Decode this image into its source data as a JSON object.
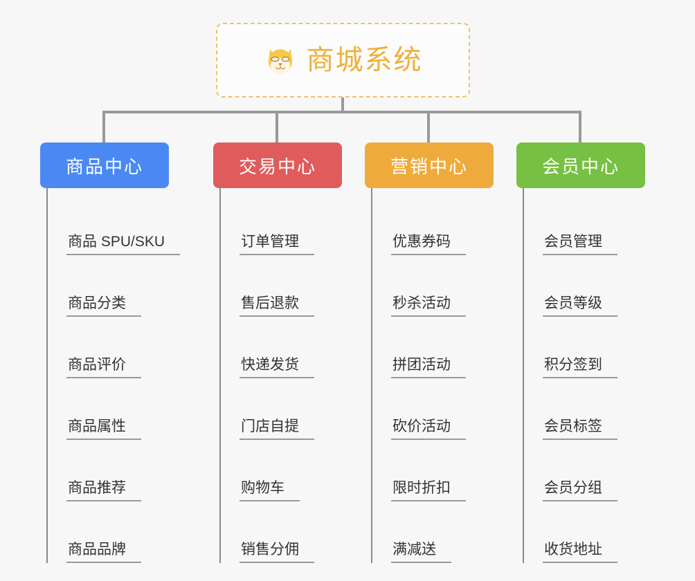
{
  "root": {
    "title": "商城系统",
    "icon": "shiba-dog-face-icon",
    "border_color": "#f0c070",
    "text_color": "#efb03a"
  },
  "canvas": {
    "background": "#f7f7f7",
    "connector_color": "#999999"
  },
  "columns": [
    {
      "id": "product-center",
      "label": "商品中心",
      "color": "#4a89f3",
      "items": [
        "商品 SPU/SKU",
        "商品分类",
        "商品评价",
        "商品属性",
        "商品推荐",
        "商品品牌"
      ]
    },
    {
      "id": "trade-center",
      "label": "交易中心",
      "color": "#e05c5c",
      "items": [
        "订单管理",
        "售后退款",
        "快递发货",
        "门店自提",
        "购物车",
        "销售分佣"
      ]
    },
    {
      "id": "marketing-center",
      "label": "营销中心",
      "color": "#eeab3c",
      "items": [
        "优惠券码",
        "秒杀活动",
        "拼团活动",
        "砍价活动",
        "限时折扣",
        "满减送"
      ]
    },
    {
      "id": "member-center",
      "label": "会员中心",
      "color": "#76c043",
      "items": [
        "会员管理",
        "会员等级",
        "积分签到",
        "会员标签",
        "会员分组",
        "收货地址"
      ]
    }
  ]
}
